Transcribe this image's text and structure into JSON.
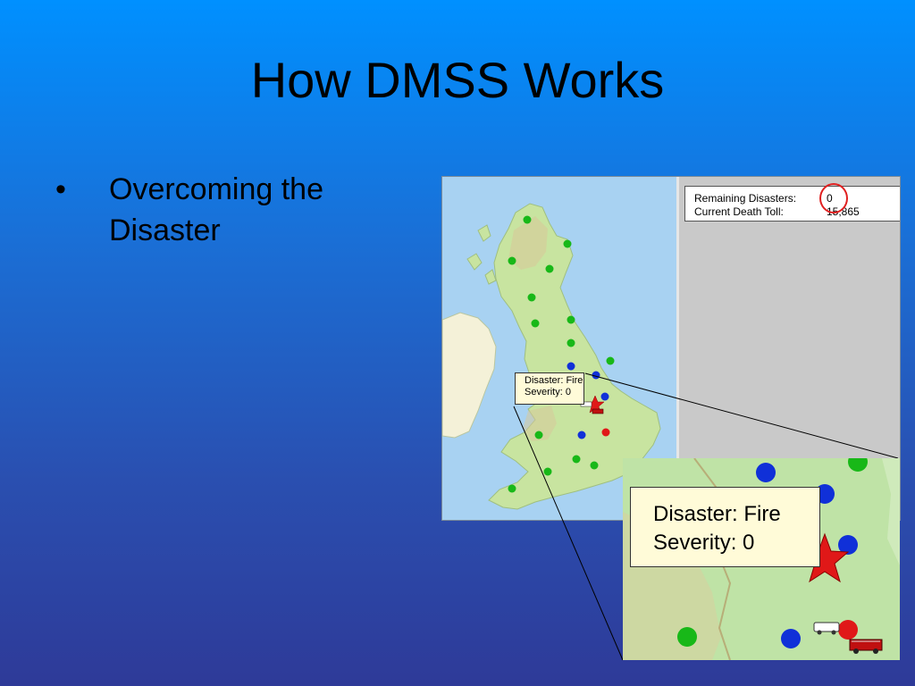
{
  "slide": {
    "title": "How DMSS Works",
    "bullet_symbol": "•",
    "bullet_text": "Overcoming the Disaster"
  },
  "game_panel": {
    "remaining_label": "Remaining Disasters:",
    "remaining_value": "0",
    "death_toll_label": "Current Death Toll:",
    "death_toll_value": "15,865"
  },
  "disaster_tooltip": {
    "disaster": "Disaster: Fire",
    "severity": "Severity: 0"
  },
  "colors": {
    "city_green": "#18b818",
    "city_blue": "#1030d8",
    "city_red": "#e01818",
    "marker_star": "#e01818",
    "highlight_circle": "#e02020"
  },
  "icons": [
    "star-icon",
    "ambulance-icon",
    "fire-truck-icon",
    "map-pin-dot-icon"
  ]
}
